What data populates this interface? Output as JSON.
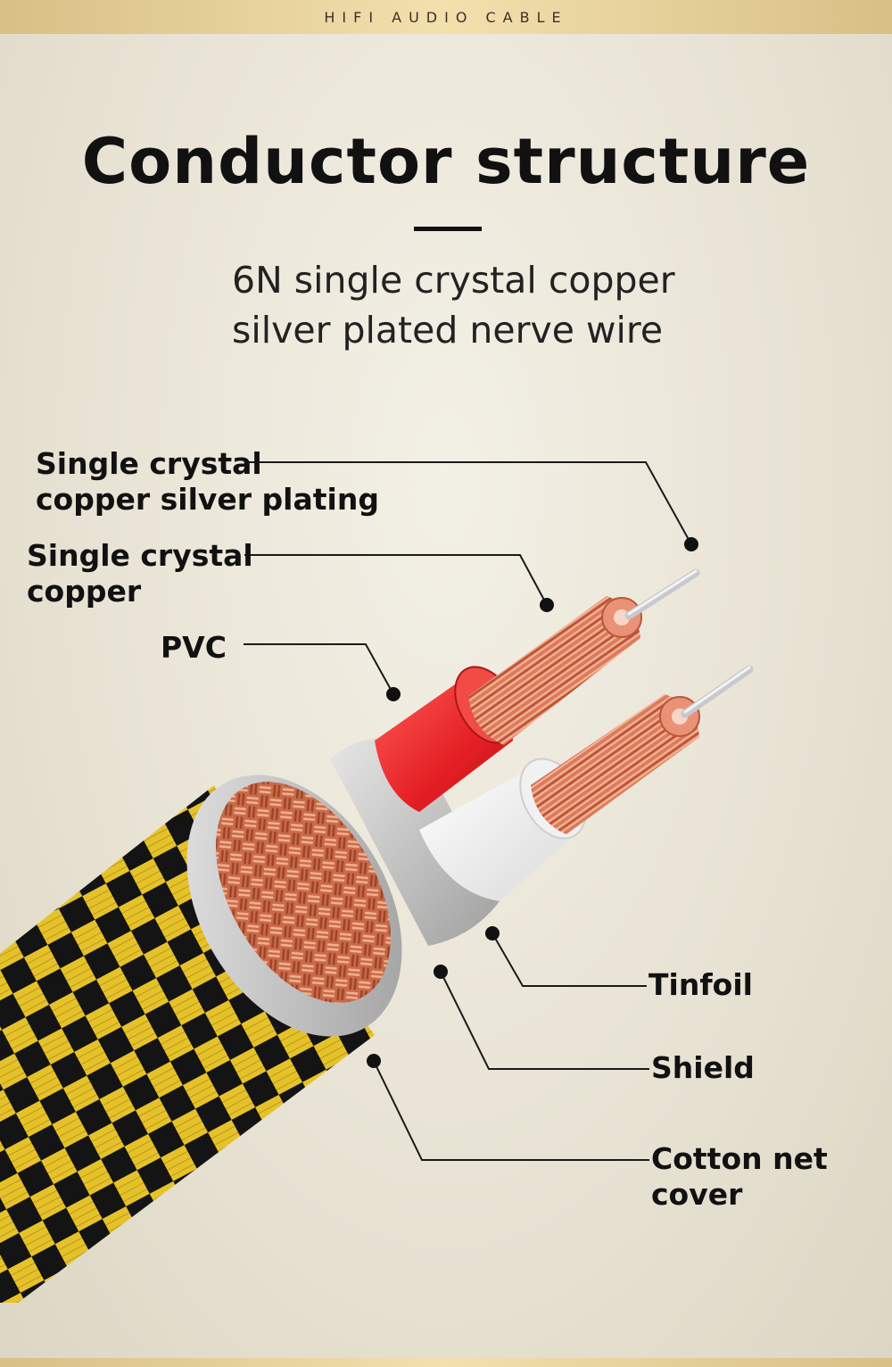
{
  "header": {
    "tagline": "HIFI AUDIO CABLE"
  },
  "title": "Conductor structure",
  "subtitle": {
    "line1": "6N single crystal copper",
    "line2": "silver plated nerve wire"
  },
  "labels": {
    "silver_plating_1": "Single crystal",
    "silver_plating_2": "copper silver plating",
    "copper_1": "Single crystal",
    "copper_2": "copper",
    "pvc": "PVC",
    "tinfoil": "Tinfoil",
    "shield": "Shield",
    "cotton_1": "Cotton net",
    "cotton_2": "cover"
  },
  "colors": {
    "gold_bar": "#e8d29a",
    "copper": "#d9785a",
    "red_insulation": "#e8262a",
    "white_insulation": "#f6f6f6",
    "yellow_braid": "#e6c22a",
    "black_braid": "#161616"
  }
}
